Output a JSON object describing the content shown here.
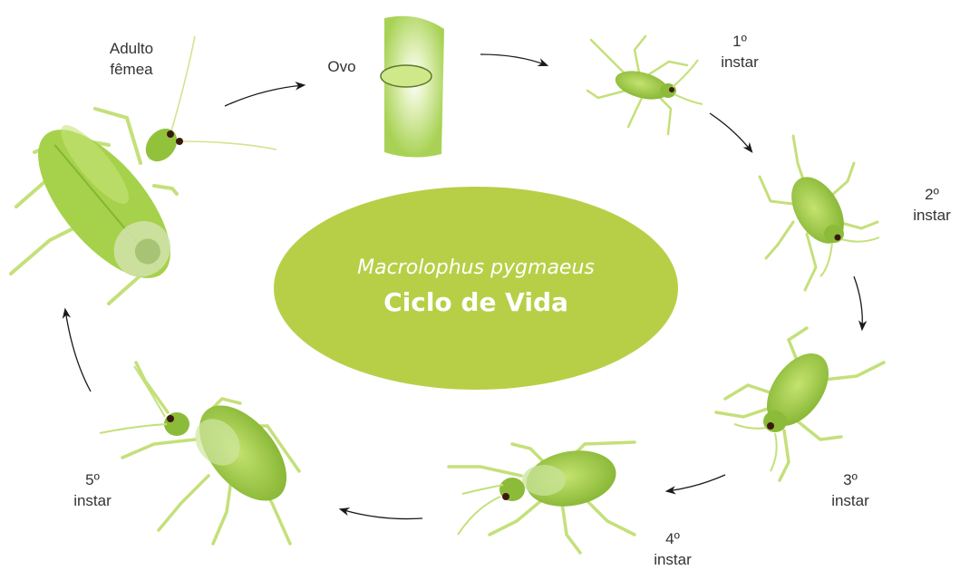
{
  "center": {
    "species": "Macrolophus pygmaeus",
    "title": "Ciclo de Vida",
    "color": "#b7cf47"
  },
  "stages": [
    {
      "id": "adult",
      "line1": "Adulto",
      "line2": "fêmea",
      "icon": "adult-female-bug-icon"
    },
    {
      "id": "egg",
      "line1": "Ovo",
      "line2": "",
      "icon": "egg-in-stem-icon"
    },
    {
      "id": "i1",
      "line1": "1º",
      "line2": "instar",
      "icon": "nymph-instar-1-icon"
    },
    {
      "id": "i2",
      "line1": "2º",
      "line2": "instar",
      "icon": "nymph-instar-2-icon"
    },
    {
      "id": "i3",
      "line1": "3º",
      "line2": "instar",
      "icon": "nymph-instar-3-icon"
    },
    {
      "id": "i4",
      "line1": "4º",
      "line2": "instar",
      "icon": "nymph-instar-4-icon"
    },
    {
      "id": "i5",
      "line1": "5º",
      "line2": "instar",
      "icon": "nymph-instar-5-icon"
    }
  ],
  "colors": {
    "bug_body": "#a6d14a",
    "bug_dark": "#6f9a24",
    "bug_light": "#d6ec96",
    "leg": "#c4e07a",
    "stem": "#a8d255",
    "arrow": "#1a1a1a",
    "label": "#333333"
  }
}
